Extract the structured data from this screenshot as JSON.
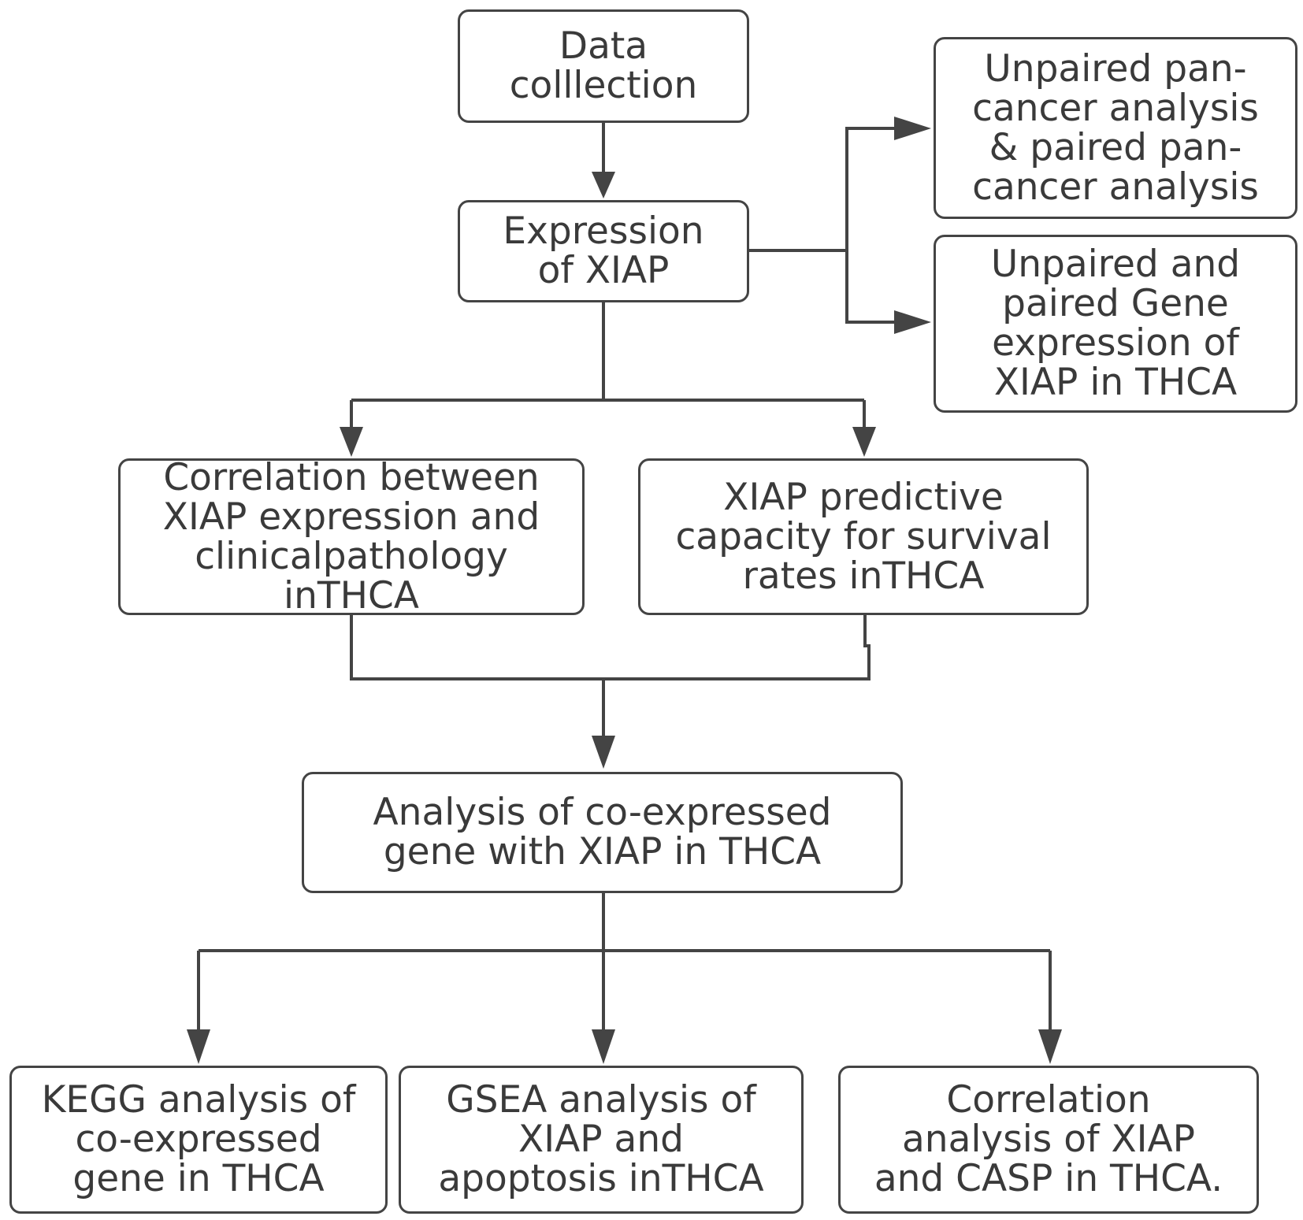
{
  "nodes": {
    "data_collection": "Data\ncolllection",
    "expression": "Expression\nof XIAP",
    "pancancer": "Unpaired pan-\ncancer analysis\n& paired pan-\ncancer analysis",
    "gene_expression": "Unpaired and\npaired Gene\nexpression of\nXIAP in THCA",
    "clinical": "Correlation between\nXIAP expression and\nclinicalpathology\ninTHCA",
    "survival": "XIAP predictive\ncapacity for survival\nrates inTHCA",
    "coexpressed": "Analysis of co-expressed\ngene with XIAP in THCA",
    "kegg": "KEGG analysis of\nco-expressed\ngene  in THCA",
    "gsea": "GSEA analysis of\nXIAP and\napoptosis inTHCA",
    "casp": "Correlation\nanalysis of XIAP\nand CASP in THCA."
  },
  "colors": {
    "stroke": "#444444",
    "text": "#3a3a3a",
    "background": "#ffffff"
  }
}
